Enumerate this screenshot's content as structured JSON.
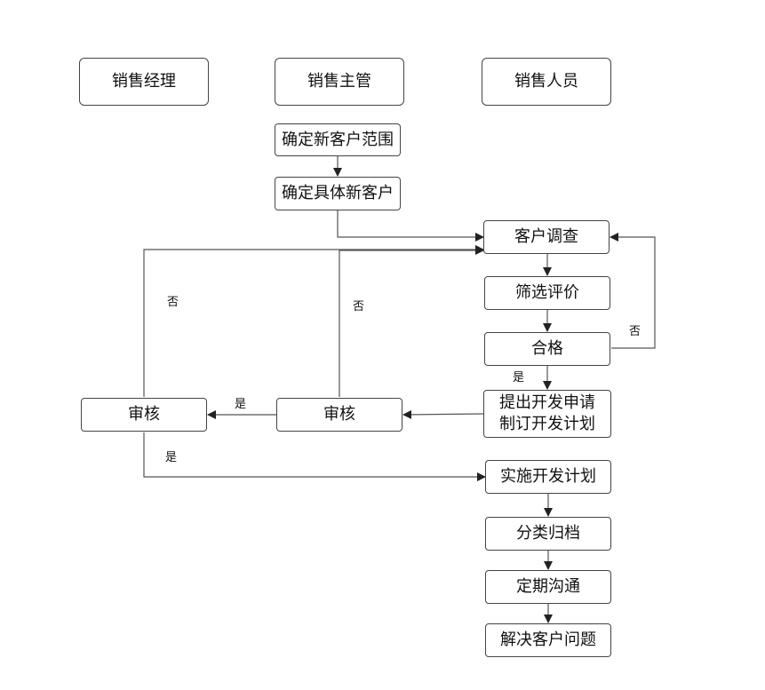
{
  "lanes": {
    "manager": "销售经理",
    "supervisor": "销售主管",
    "staff": "销售人员"
  },
  "steps": {
    "define_scope": "确定新客户范围",
    "define_customer": "确定具体新客户",
    "survey": "客户调查",
    "screen": "筛选评价",
    "qualified": "合格",
    "apply_plan": "提出开发申请\n制订开发计划",
    "review_supervisor": "审核",
    "review_manager": "审核",
    "implement": "实施开发计划",
    "archive": "分类归档",
    "communicate": "定期沟通",
    "resolve": "解决客户问题"
  },
  "edge_labels": {
    "no_manager": "否",
    "no_supervisor": "否",
    "no_qualified": "否",
    "yes_qualified": "是",
    "yes_supervisor": "是",
    "yes_manager": "是"
  }
}
